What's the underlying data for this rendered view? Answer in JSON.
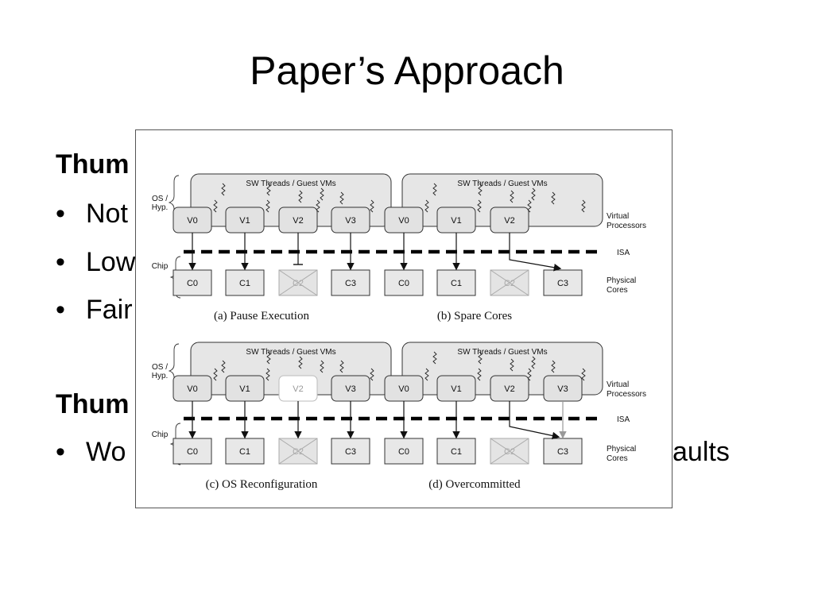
{
  "slide": {
    "title": "Paper’s Approach",
    "behind_text": {
      "heading1": "Thum",
      "bullet1": "Not",
      "bullet2": "Low",
      "bullet3": "Fair",
      "heading2": "Thum",
      "bullet4_start": "Wo",
      "bullet4_end": "aults"
    }
  },
  "figure": {
    "labels": {
      "os_hyp_line1": "OS /",
      "os_hyp_line2": "Hyp.",
      "chip": "Chip",
      "virtual_line1": "Virtual",
      "virtual_line2": "Processors",
      "isa": "ISA",
      "physical_line1": "Physical",
      "physical_line2": "Cores",
      "threads": "SW Threads / Guest VMs"
    },
    "panels": [
      {
        "caption": "(a)  Pause Execution",
        "vprocs": [
          "V0",
          "V1",
          "V2",
          "V3"
        ],
        "cores": [
          "C0",
          "C1",
          "C2",
          "C3"
        ]
      },
      {
        "caption": "(b)  Spare Cores",
        "vprocs": [
          "V0",
          "V1",
          "V2"
        ],
        "cores": [
          "C0",
          "C1",
          "C2",
          "C3"
        ]
      },
      {
        "caption": "(c)  OS Reconfiguration",
        "vprocs": [
          "V0",
          "V1",
          "V2",
          "V3"
        ],
        "cores": [
          "C0",
          "C1",
          "C2",
          "C3"
        ]
      },
      {
        "caption": "(d)  Overcommitted",
        "vprocs": [
          "V0",
          "V1",
          "V2",
          "V3"
        ],
        "cores": [
          "C0",
          "C1",
          "C2",
          "C3"
        ]
      }
    ]
  }
}
